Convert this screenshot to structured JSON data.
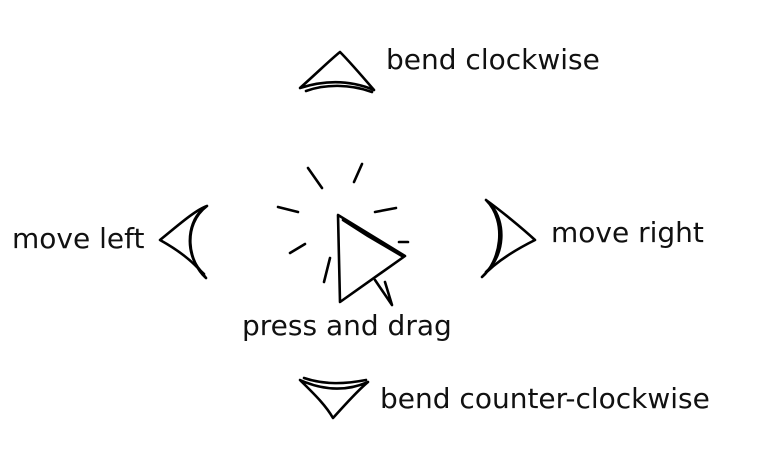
{
  "labels": {
    "bend_clockwise": "bend clockwise",
    "move_left": "move left",
    "move_right": "move right",
    "press_and_drag": "press and drag",
    "bend_counter_clockwise": "bend counter-clockwise"
  },
  "icons": {
    "bend_clockwise": "upward-curved-triangle-icon",
    "move_left": "left-curved-arrow-icon",
    "move_right": "right-curved-arrow-icon",
    "cursor": "pointer-cursor-icon",
    "press_burst": "press-burst-icon",
    "bend_counter_clockwise": "downward-curved-triangle-icon"
  },
  "colors": {
    "stroke": "#000000",
    "text": "#111111",
    "background": "#ffffff"
  }
}
